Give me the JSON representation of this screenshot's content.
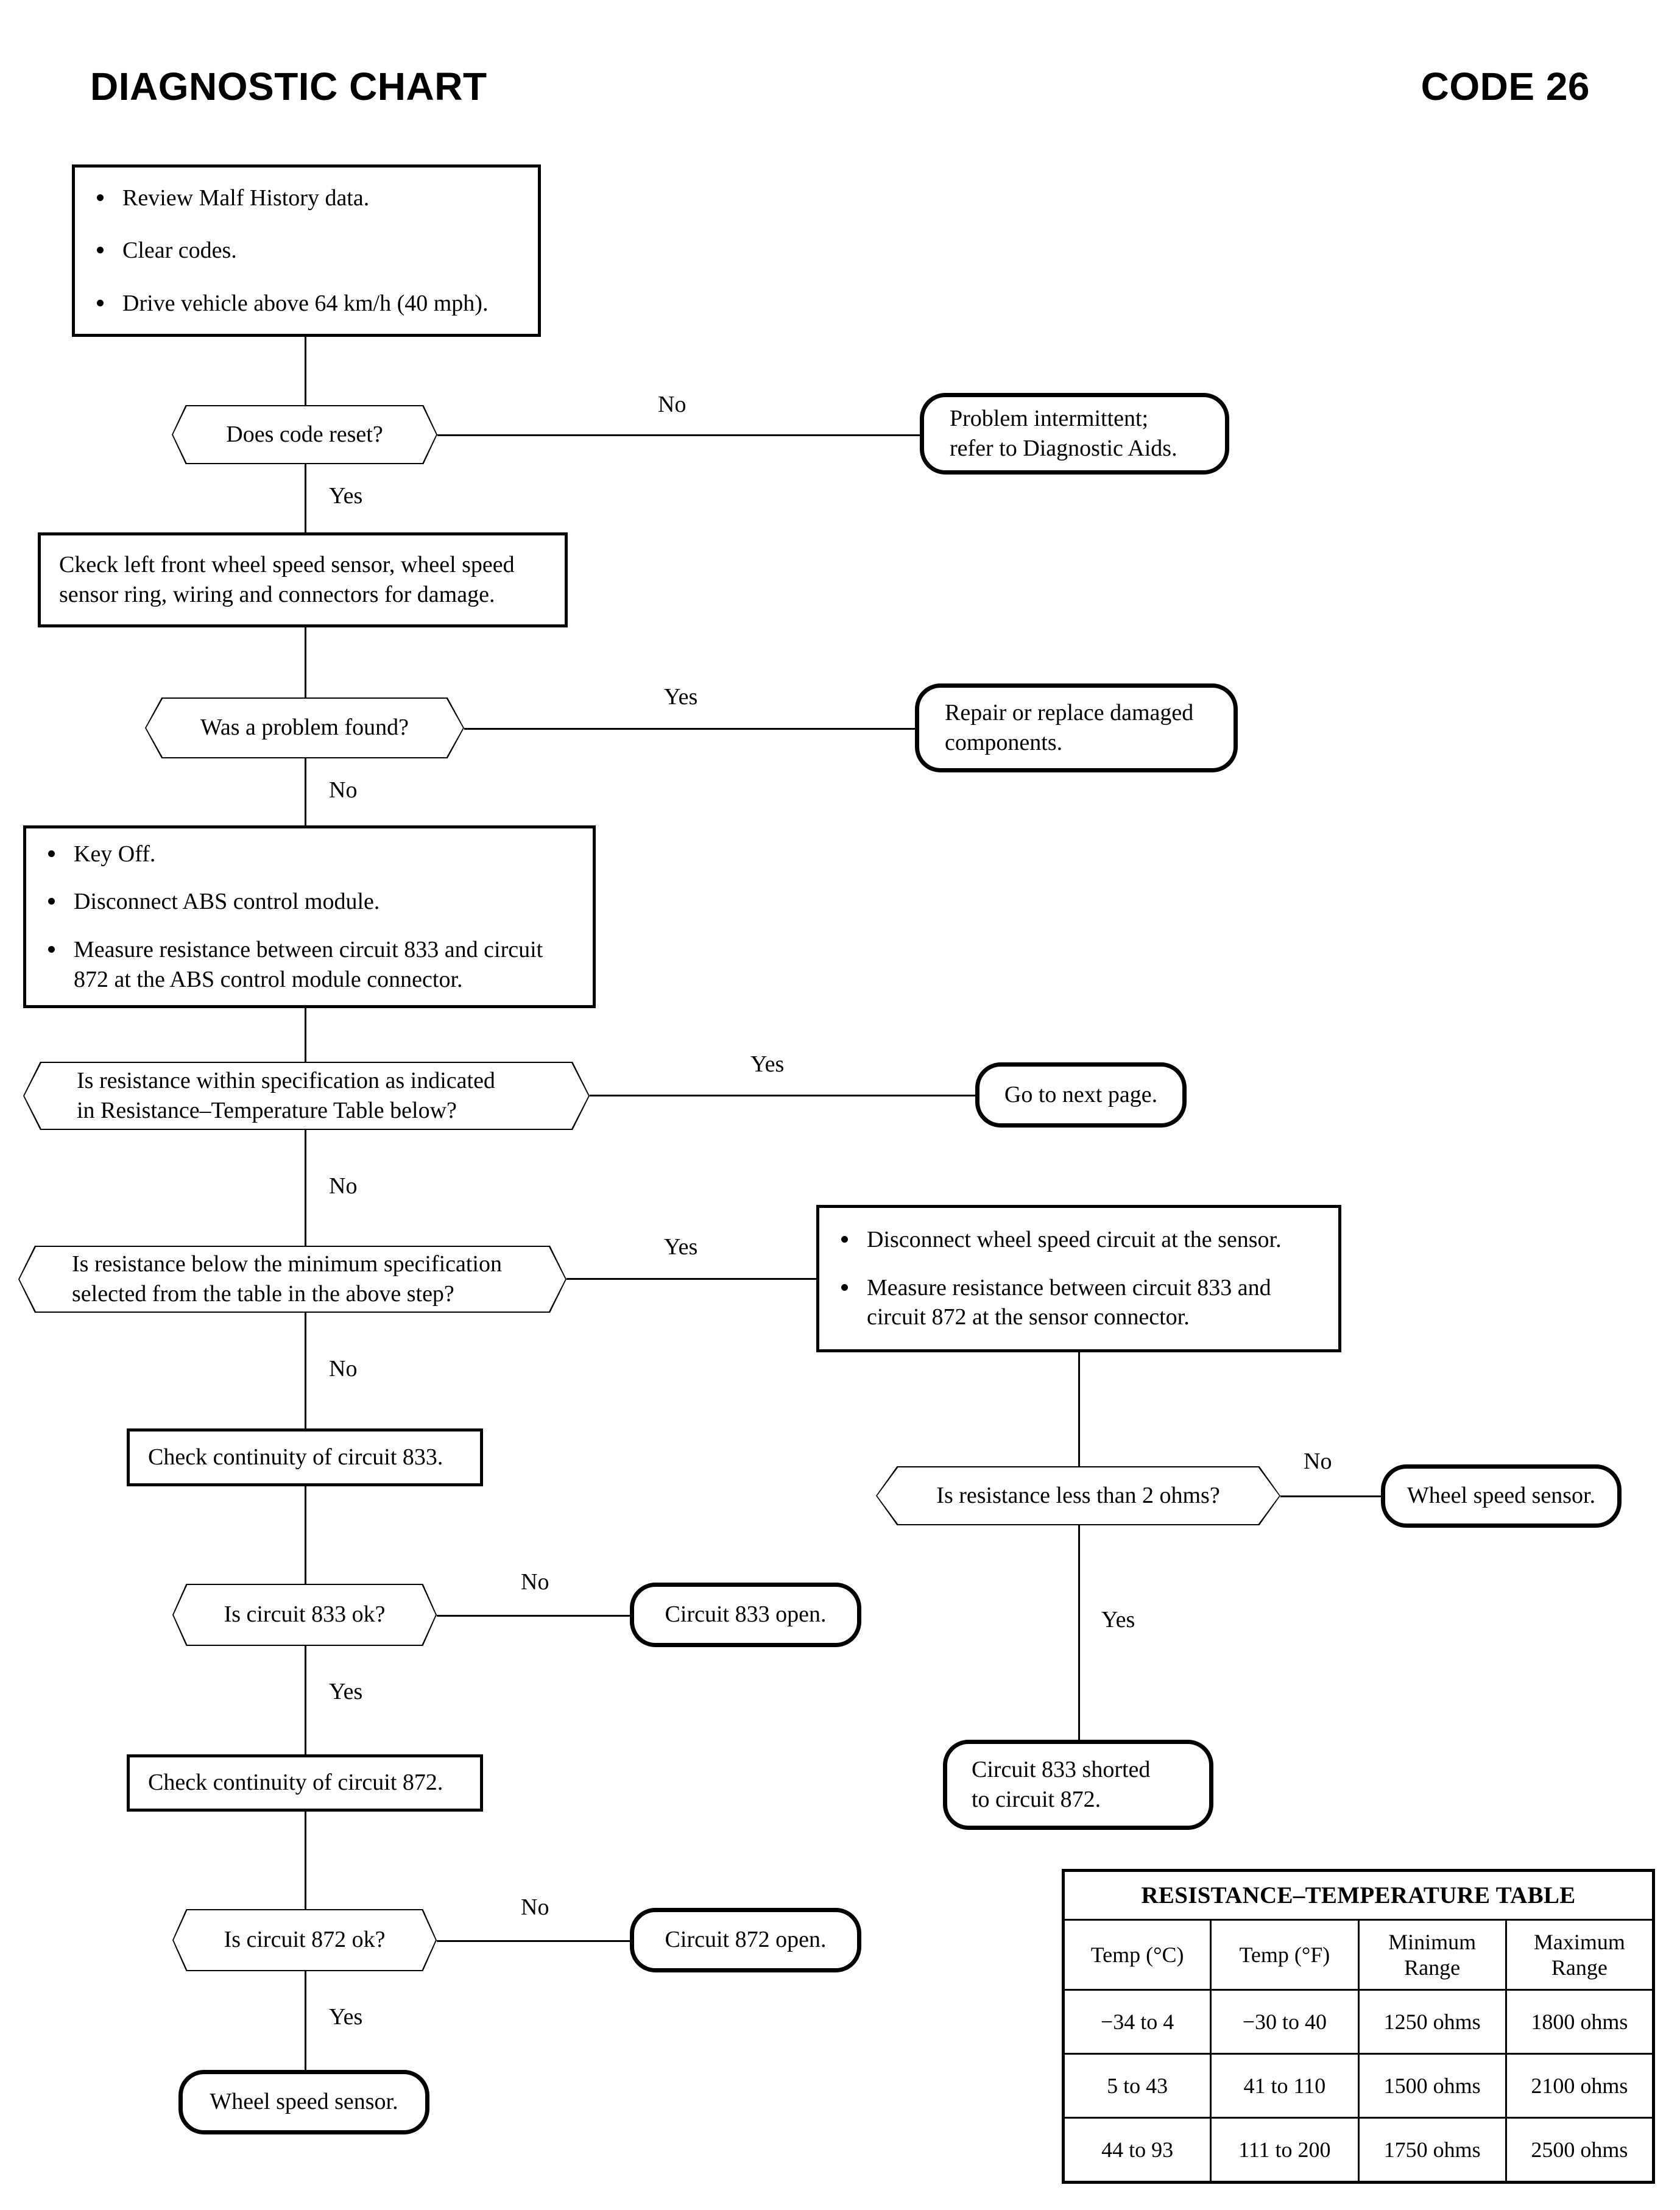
{
  "header": {
    "title": "DIAGNOSTIC CHART",
    "code": "CODE 26"
  },
  "labels": {
    "yes": "Yes",
    "no": "No"
  },
  "nodes": {
    "start_steps": {
      "bullets": [
        "Review Malf History data.",
        "Clear codes.",
        "Drive vehicle above 64 km/h (40 mph)."
      ]
    },
    "q_code_reset": "Does code reset?",
    "t_problem_intermittent_l1": "Problem intermittent;",
    "t_problem_intermittent_l2": "refer to Diagnostic Aids.",
    "p_check_sensor": "Ckeck left front wheel speed sensor, wheel speed sensor ring, wiring and connectors for damage.",
    "q_problem_found": "Was a problem found?",
    "t_repair_replace_l1": "Repair or replace damaged",
    "t_repair_replace_l2": "components.",
    "p_key_off_steps": {
      "bullets": [
        "Key Off.",
        "Disconnect ABS control module.",
        "Measure resistance between circuit 833 and circuit 872 at the ABS control module connector."
      ]
    },
    "q_within_spec_l1": "Is resistance within specification as indicated",
    "q_within_spec_l2": "in Resistance–Temperature Table below?",
    "t_next_page": "Go to next page.",
    "q_below_min_l1": "Is resistance below the minimum specification",
    "q_below_min_l2": "selected from the table in the above step?",
    "p_disconnect_steps": {
      "bullets": [
        "Disconnect wheel speed circuit at the sensor.",
        "Measure resistance between circuit 833 and circuit 872 at the sensor connector."
      ]
    },
    "p_check_833": "Check continuity of circuit 833.",
    "q_less_than_2_ohms": "Is resistance less than 2 ohms?",
    "t_wheel_speed_sensor_right": "Wheel speed sensor.",
    "q_circuit_833_ok": "Is circuit 833 ok?",
    "t_circuit_833_open": "Circuit 833 open.",
    "t_833_shorted_l1": "Circuit 833 shorted",
    "t_833_shorted_l2": "to circuit 872.",
    "p_check_872": "Check continuity of circuit 872.",
    "q_circuit_872_ok": "Is circuit 872 ok?",
    "t_circuit_872_open": "Circuit 872 open.",
    "t_wheel_speed_sensor_bottom": "Wheel speed sensor."
  },
  "chart_data": {
    "type": "table",
    "title": "RESISTANCE–TEMPERATURE TABLE",
    "columns": [
      "Temp (°C)",
      "Temp (°F)",
      "Minimum Range",
      "Maximum Range"
    ],
    "column_lines": [
      [
        "",
        "Temp (°C)"
      ],
      [
        "",
        "Temp (°F)"
      ],
      [
        "Minimum",
        "Range"
      ],
      [
        "Maximum",
        "Range"
      ]
    ],
    "rows": [
      [
        "−34 to 4",
        "−30 to 40",
        "1250 ohms",
        "1800 ohms"
      ],
      [
        "5 to 43",
        "41 to 110",
        "1500 ohms",
        "2100 ohms"
      ],
      [
        "44 to 93",
        "111 to 200",
        "1750 ohms",
        "2500 ohms"
      ]
    ]
  }
}
